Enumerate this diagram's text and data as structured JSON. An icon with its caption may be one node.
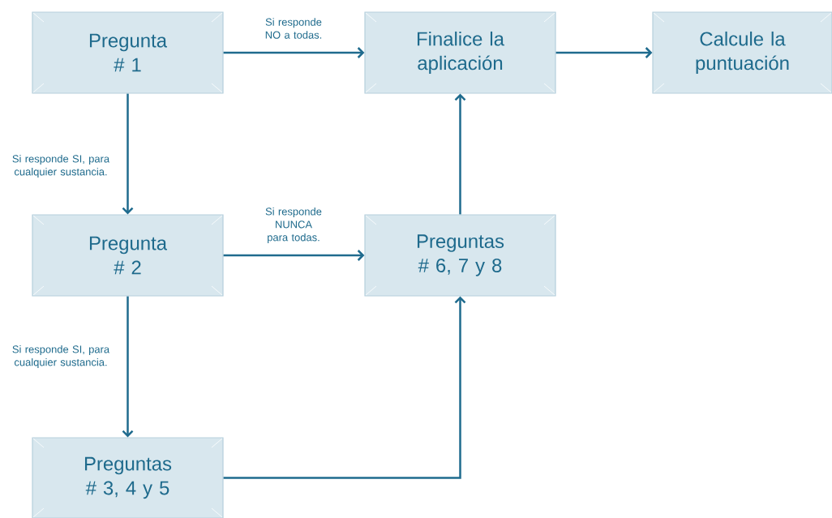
{
  "diagram": {
    "nodes": [
      {
        "text": [
          "Pregunta # 1"
        ]
      },
      {
        "text": [
          "Finalice la aplicación"
        ]
      },
      {
        "text": [
          "Calcule la puntuación"
        ]
      },
      {
        "text": [
          "Pregunta # 2"
        ]
      },
      {
        "text": [
          "Preguntas # 6, 7 y 8"
        ]
      },
      {
        "text": [
          "Preguntas # 3, 4 y 5"
        ]
      }
    ],
    "edges": [
      {
        "from": 0,
        "to": 1,
        "arrow": "to",
        "label": "Si responde NO a todas."
      },
      {
        "from": 1,
        "to": 2,
        "arrow": "to"
      },
      {
        "from": 0,
        "to": 3,
        "arrow": "to",
        "label": "Si responde SI, para cualquier sustancia."
      },
      {
        "from": 3,
        "to": 4,
        "arrow": "to",
        "label": "Si responde NUNCA para todas."
      },
      {
        "from": 4,
        "to": 1,
        "arrow": "to"
      },
      {
        "from": 3,
        "to": 5,
        "arrow": "to",
        "label": "Si responde SI, para cualquier sustancia."
      },
      {
        "from": 5,
        "to": 4,
        "arrow": "to"
      }
    ]
  }
}
